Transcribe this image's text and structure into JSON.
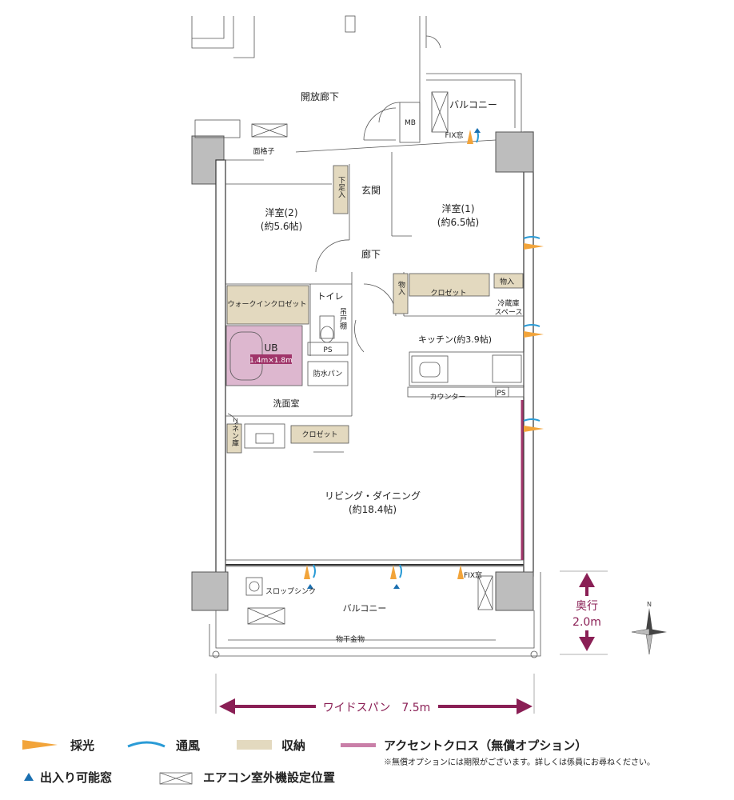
{
  "rooms": {
    "open_corridor": "開放廊下",
    "balcony_top": "バルコニー",
    "mb": "MB",
    "fix_window_top": "FIX窓",
    "genkan": "玄関",
    "shoe_storage": "下足入",
    "western2_name": "洋室(2)",
    "western2_size": "(約5.6帖)",
    "western1_name": "洋室(1)",
    "western1_size": "(約6.5帖)",
    "hallway": "廊下",
    "walkin_closet": "ウォークインクロゼット",
    "toilet": "トイレ",
    "hanging_cabinet": "吊戸棚",
    "closet_right": "クロゼット",
    "monoire_left": "物入",
    "monoire_right": "物入",
    "fridge_line1": "冷蔵庫",
    "fridge_line2": "スペース",
    "ub": "UB",
    "ub_size": "1.4m×1.8m",
    "ps_bath": "PS",
    "kitchen": "キッチン(約3.9帖)",
    "waterproof_pan": "防水パン",
    "counter": "カウンター",
    "ps_kitchen": "PS",
    "washroom": "洗面室",
    "linen": "リネン庫",
    "closet_wash": "クロゼット",
    "living_name": "リビング・ダイニング",
    "living_size": "(約18.4帖)",
    "slop_sink": "スロップシンク",
    "fix_window_bottom": "FIX窓",
    "balcony_bottom": "バルコニー",
    "clothes_hanger": "物干金物",
    "menkoshi": "面格子"
  },
  "dimensions": {
    "depth_label": "奥行",
    "depth_value": "2.0m",
    "wide_span": "ワイドスパン　7.5m",
    "north": "N"
  },
  "legend": {
    "light": "採光",
    "wind": "通風",
    "storage": "収納",
    "accent": "アクセントクロス（無償オプション）",
    "accent_note": "※無償オプションには期限がございます。詳しくは係員にお尋ねください。",
    "entry_window": "出入り可能窓",
    "ac_position": "エアコン室外機設定位置"
  },
  "colors": {
    "light": "#f2a43a",
    "wind": "#2a9bd6",
    "storage": "#e3d9bf",
    "accent": "#a0356a",
    "arrow": "#8a1f55",
    "triangle": "#1a6fb0"
  }
}
